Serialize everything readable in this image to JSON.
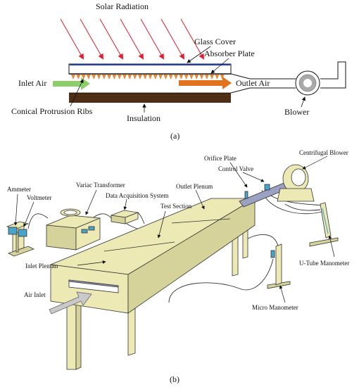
{
  "panel_a": {
    "labels": {
      "solar_radiation": "Solar Radiation",
      "glass_cover": "Glass Cover",
      "absorber_plate": "Absorber Plate",
      "inlet_air": "Inlet Air",
      "outlet_air": "Outlet Air",
      "conical_ribs": "Conical Protrusion Ribs",
      "insulation": "Insulation",
      "blower": "Blower"
    },
    "caption": "(a)"
  },
  "panel_b": {
    "labels": {
      "ammeter": "Ammeter",
      "voltmeter": "Voltmeter",
      "variac": "Variac Transformer",
      "daq": "Data Acquisition System",
      "test_section": "Test Section",
      "outlet_plenum": "Outlet Plenum",
      "orifice_plate": "Orifice Plate",
      "control_valve": "Control Valve",
      "centrifugal_blower": "Centrifugal Blower",
      "inlet_plenum": "Inlet Plenum",
      "air_inlet": "Air Inlet",
      "u_tube": "U-Tube Manometer",
      "micro_manometer": "Micro Manometer"
    },
    "caption": "(b)"
  },
  "colors": {
    "rays": "#e8192c",
    "glass": "#1f3fb0",
    "ribs": "#e88a38",
    "inlet_arrow": "#8ccf6a",
    "outlet_arrow": "#e2731e",
    "insulation": "#4a2a12",
    "rig_fill": "#ece9b4",
    "rig_side": "#d6d39a",
    "rig_dark": "#9aa1c2",
    "instrument": "#4aa3c8"
  }
}
